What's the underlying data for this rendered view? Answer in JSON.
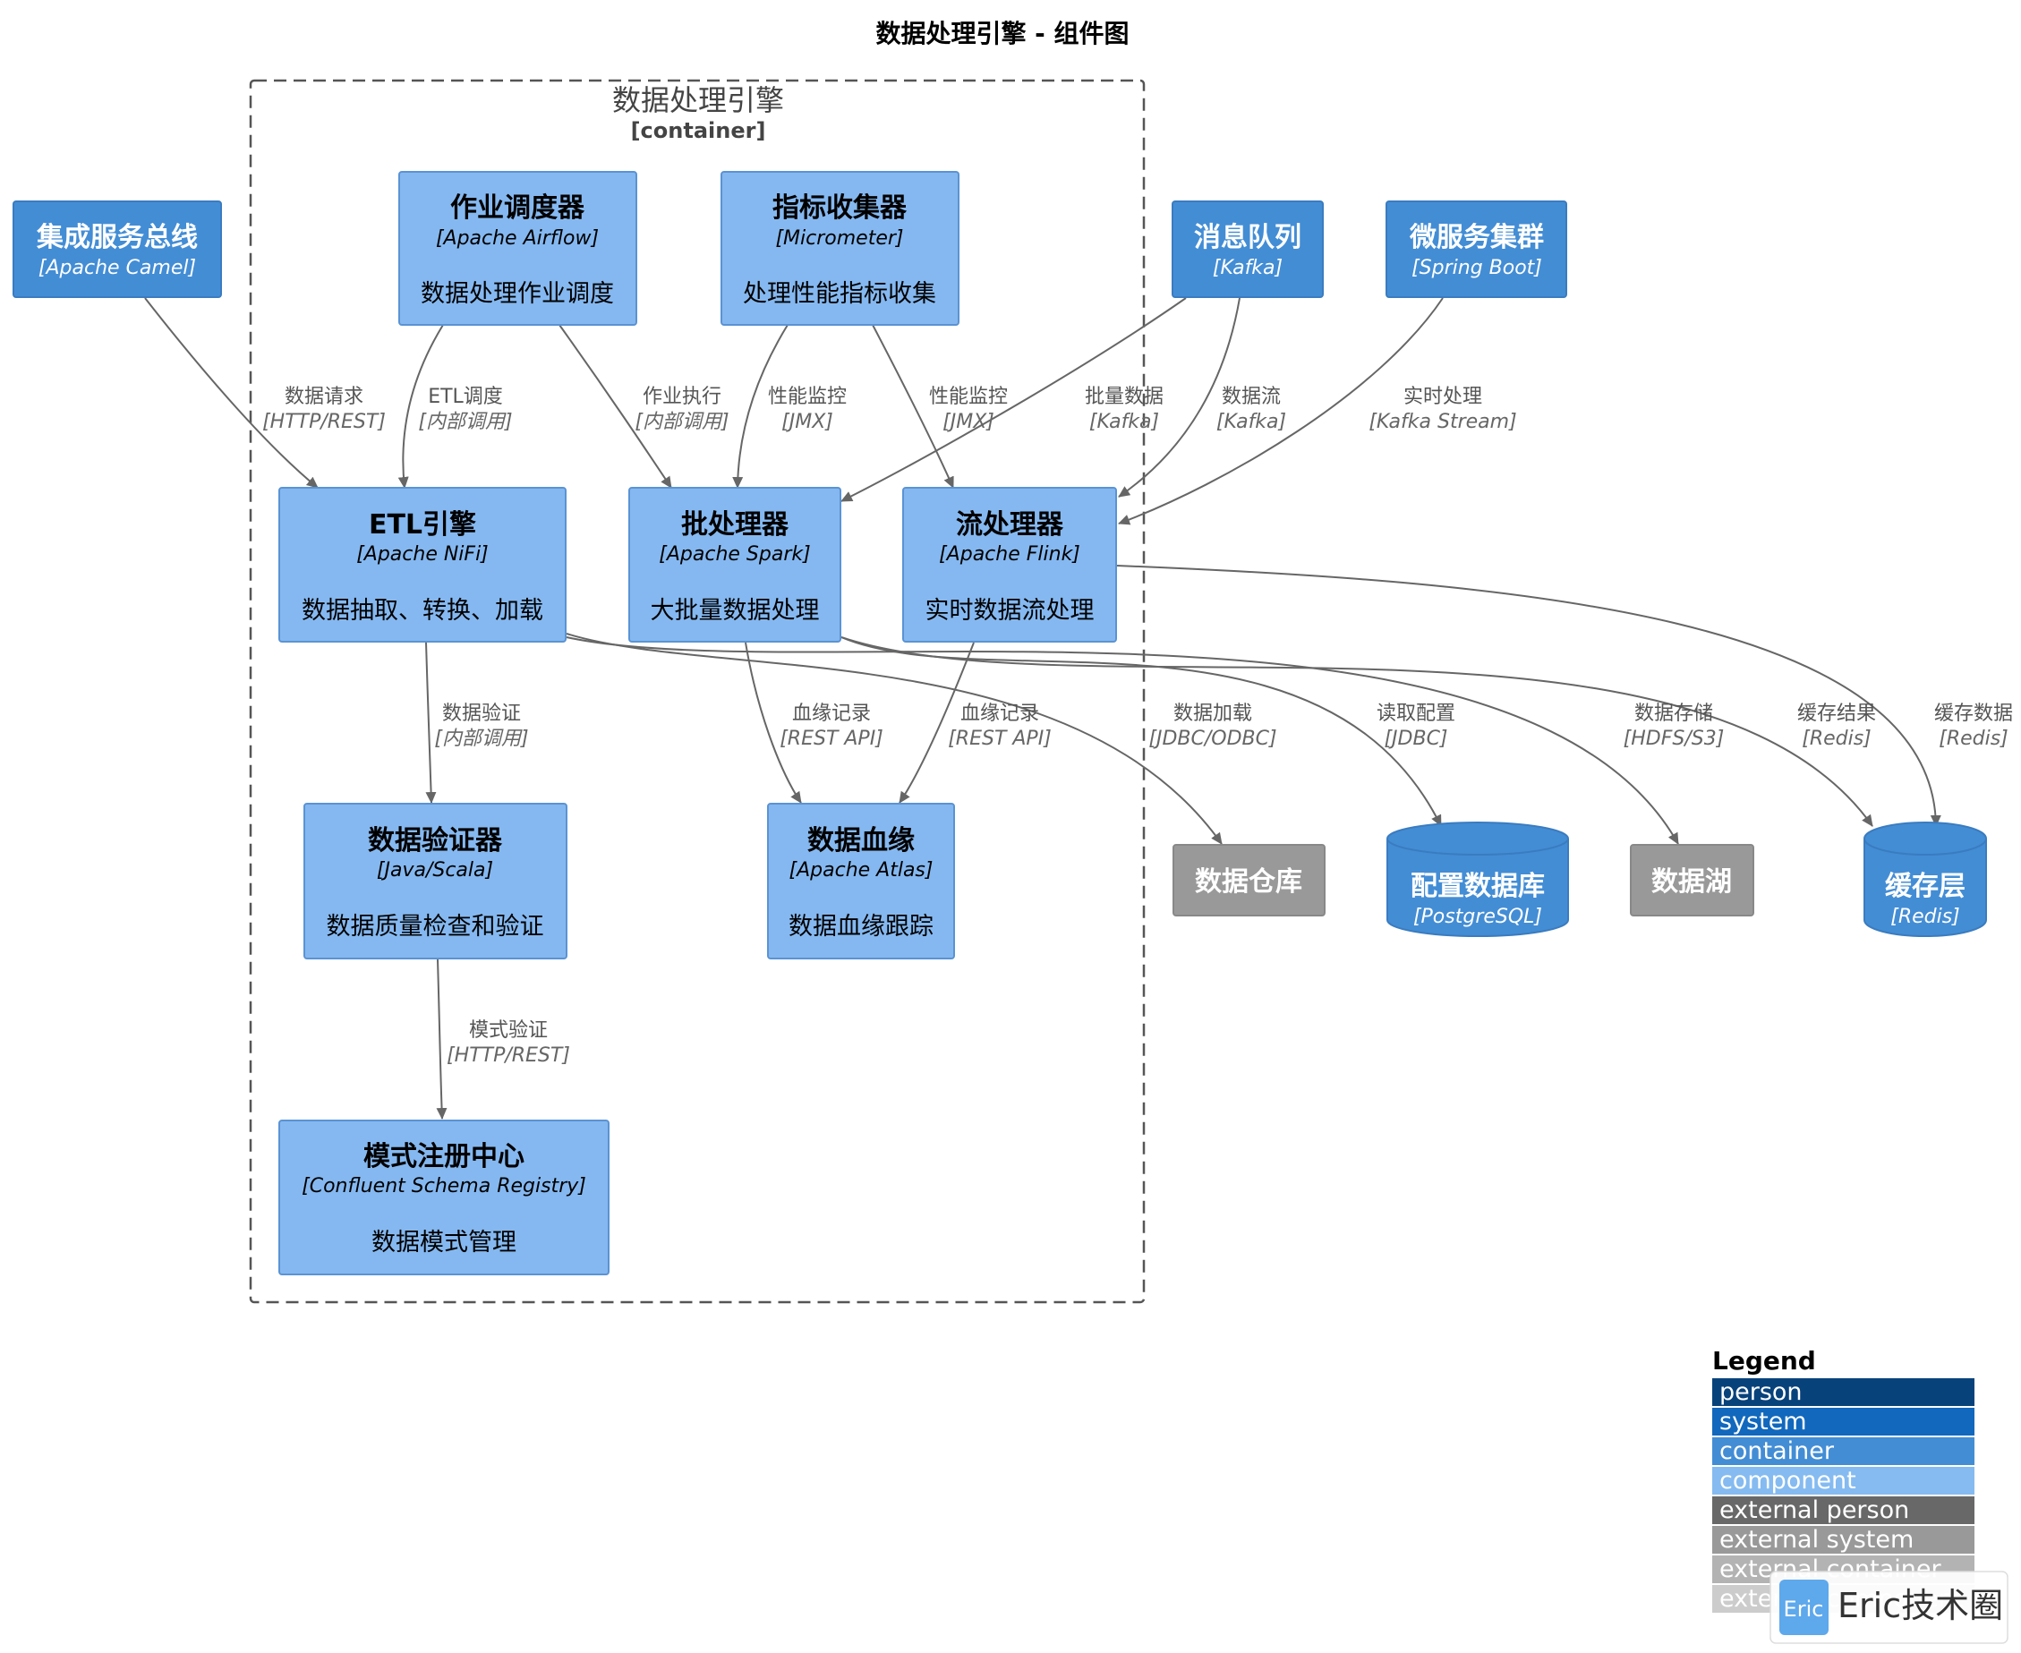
{
  "title": "数据处理引擎 - 组件图",
  "boundary": {
    "name": "数据处理引擎",
    "type": "[container]"
  },
  "colors": {
    "component": "#85b8f0",
    "component_border": "#5a93d4",
    "container": "#438dd5",
    "container_border": "#3a7cc0",
    "external": "#999999",
    "edge": "#666666",
    "text_dark": "#000000",
    "text_light": "#ffffff"
  },
  "nodes": {
    "scheduler": {
      "name": "作业调度器",
      "tech": "[Apache Airflow]",
      "desc": "数据处理作业调度"
    },
    "metrics": {
      "name": "指标收集器",
      "tech": "[Micrometer]",
      "desc": "处理性能指标收集"
    },
    "esb": {
      "name": "集成服务总线",
      "tech": "[Apache Camel]"
    },
    "mq": {
      "name": "消息队列",
      "tech": "[Kafka]"
    },
    "microservices": {
      "name": "微服务集群",
      "tech": "[Spring Boot]"
    },
    "etl": {
      "name": "ETL引擎",
      "tech": "[Apache NiFi]",
      "desc": "数据抽取、转换、加载"
    },
    "batch": {
      "name": "批处理器",
      "tech": "[Apache Spark]",
      "desc": "大批量数据处理"
    },
    "stream": {
      "name": "流处理器",
      "tech": "[Apache Flink]",
      "desc": "实时数据流处理"
    },
    "validator": {
      "name": "数据验证器",
      "tech": "[Java/Scala]",
      "desc": "数据质量检查和验证"
    },
    "lineage": {
      "name": "数据血缘",
      "tech": "[Apache Atlas]",
      "desc": "数据血缘跟踪"
    },
    "schema": {
      "name": "模式注册中心",
      "tech": "[Confluent Schema Registry]",
      "desc": "数据模式管理"
    },
    "warehouse": {
      "name": "数据仓库"
    },
    "configdb": {
      "name": "配置数据库",
      "tech": "[PostgreSQL]"
    },
    "datalake": {
      "name": "数据湖"
    },
    "cache": {
      "name": "缓存层",
      "tech": "[Redis]"
    }
  },
  "edges": [
    {
      "id": "e1",
      "label": "数据请求",
      "tech": "[HTTP/REST]"
    },
    {
      "id": "e2",
      "label": "ETL调度",
      "tech": "[内部调用]"
    },
    {
      "id": "e3",
      "label": "作业执行",
      "tech": "[内部调用]"
    },
    {
      "id": "e4",
      "label": "性能监控",
      "tech": "[JMX]"
    },
    {
      "id": "e5",
      "label": "性能监控",
      "tech": "[JMX]"
    },
    {
      "id": "e6",
      "label": "批量数据",
      "tech": "[Kafka]"
    },
    {
      "id": "e7",
      "label": "数据流",
      "tech": "[Kafka]"
    },
    {
      "id": "e8",
      "label": "实时处理",
      "tech": "[Kafka Stream]"
    },
    {
      "id": "e9",
      "label": "数据验证",
      "tech": "[内部调用]"
    },
    {
      "id": "e10",
      "label": "血缘记录",
      "tech": "[REST API]"
    },
    {
      "id": "e11",
      "label": "血缘记录",
      "tech": "[REST API]"
    },
    {
      "id": "e12",
      "label": "数据加载",
      "tech": "[JDBC/ODBC]"
    },
    {
      "id": "e13",
      "label": "读取配置",
      "tech": "[JDBC]"
    },
    {
      "id": "e14",
      "label": "数据存储",
      "tech": "[HDFS/S3]"
    },
    {
      "id": "e15",
      "label": "缓存结果",
      "tech": "[Redis]"
    },
    {
      "id": "e16",
      "label": "缓存数据",
      "tech": "[Redis]"
    },
    {
      "id": "e17",
      "label": "模式验证",
      "tech": "[HTTP/REST]"
    }
  ],
  "legend": {
    "title": "Legend",
    "items": [
      {
        "label": "person",
        "color": "#08427b"
      },
      {
        "label": "system",
        "color": "#1168bd"
      },
      {
        "label": "container",
        "color": "#438dd5"
      },
      {
        "label": "component",
        "color": "#85bbf0"
      },
      {
        "label": "external person",
        "color": "#686868"
      },
      {
        "label": "external system",
        "color": "#999999"
      },
      {
        "label": "external container",
        "color": "#b3b3b3"
      },
      {
        "label": "external component",
        "color": "#cccccc"
      }
    ]
  },
  "watermark": {
    "badge": "Eric",
    "text": "Eric技术圈"
  }
}
